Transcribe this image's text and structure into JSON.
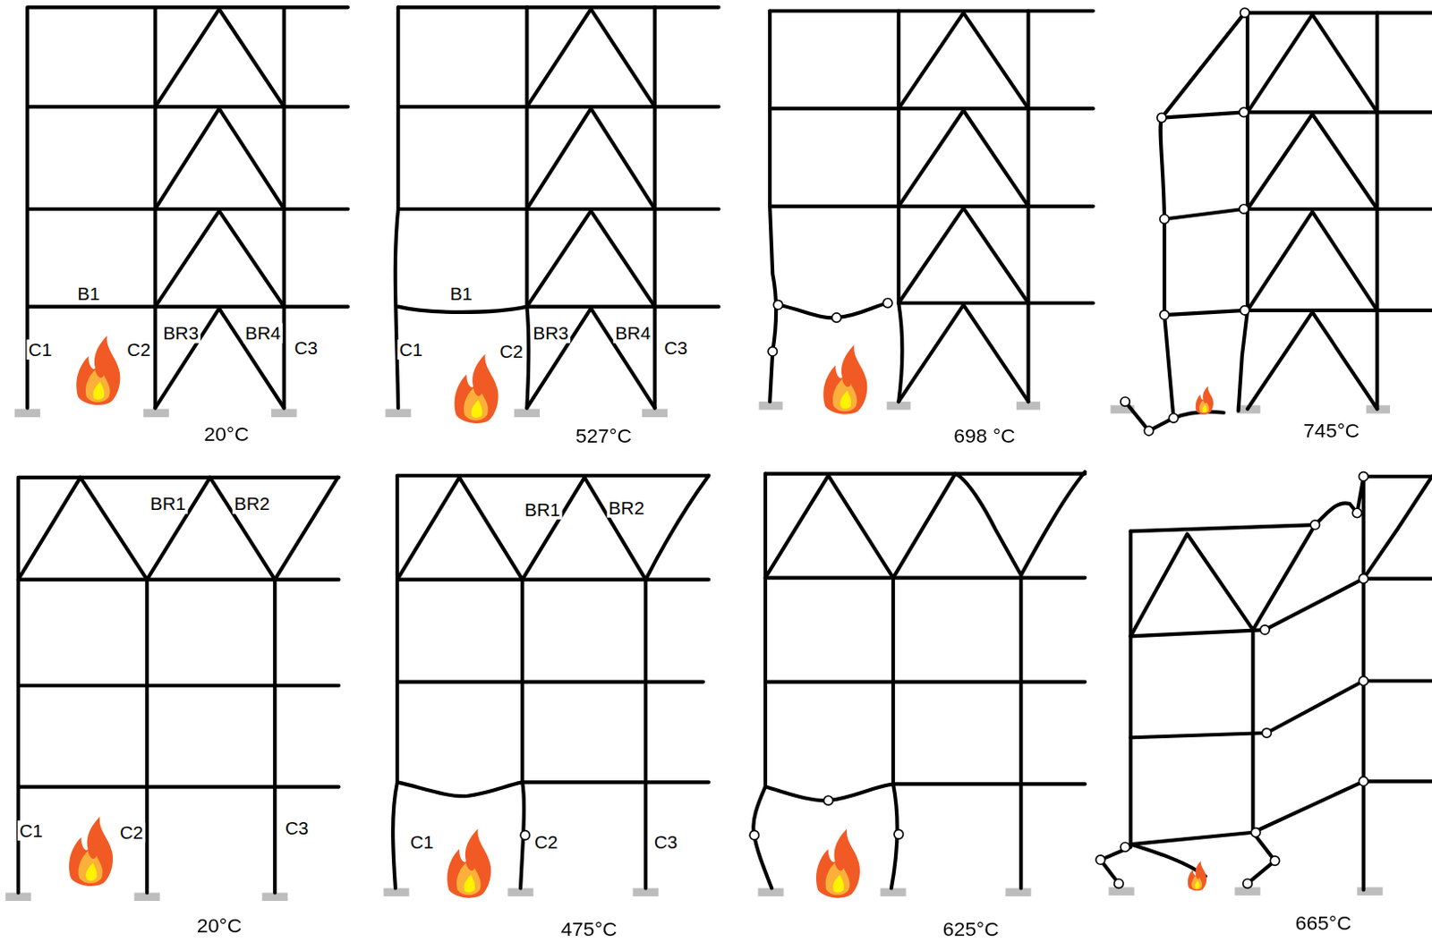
{
  "diagram": {
    "labels": [
      "B1",
      "C1",
      "C2",
      "BR3",
      "BR4",
      "C3",
      "20°C",
      "B1",
      "C1",
      "C2",
      "BR3",
      "BR4",
      "C3",
      "527°C",
      "698 °C",
      "745°C",
      "BR1",
      "BR2",
      "C1",
      "C2",
      "C3",
      "20°C",
      "BR1",
      "BR2",
      "C1",
      "C2",
      "C3",
      "475°C",
      "625°C",
      "665°C"
    ]
  }
}
